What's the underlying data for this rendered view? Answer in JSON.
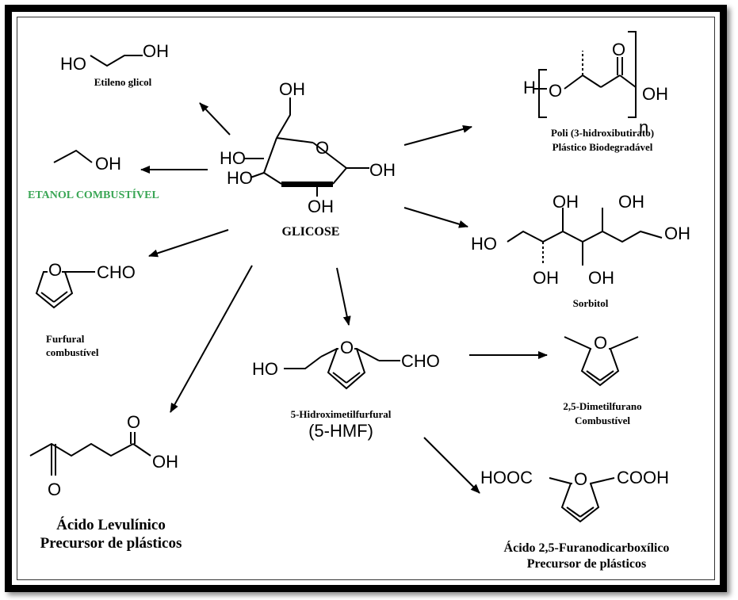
{
  "colors": {
    "accent_green": "#3aa655"
  },
  "center": {
    "label": "GLICOSE"
  },
  "products": {
    "etileno": {
      "caption": "Etileno glicol",
      "ho": "HO",
      "oh": "OH"
    },
    "etanol": {
      "caption": "ETANOL COMBUSTÍVEL",
      "oh": "OH"
    },
    "furfural": {
      "caption1": "Furfural",
      "caption2": "combustível",
      "o": "O",
      "cho": "CHO"
    },
    "levulinico": {
      "caption1": "Ácido Levulínico",
      "caption2": "Precursor de plásticos",
      "o_top": "O",
      "o_bottom": "O",
      "oh": "OH"
    },
    "hmf": {
      "caption1": "5-Hidroximetilfurfural",
      "caption2": "(5-HMF)",
      "ho": "HO",
      "o": "O",
      "cho": "CHO"
    },
    "phb": {
      "caption1": "Poli (3-hidroxibutirato)",
      "caption2": "Plástico Biodegradável",
      "h": "H",
      "o": "O",
      "o2": "O",
      "oh": "OH",
      "n": "n"
    },
    "sorbitol": {
      "caption": "Sorbitol",
      "ho": "HO",
      "oh": "OH"
    },
    "dmf": {
      "caption1": "2,5-Dimetilfurano",
      "caption2": "Combustível",
      "o": "O"
    },
    "fdca": {
      "caption1": "Ácido 2,5-Furanodicarboxílico",
      "caption2": "Precursor de plásticos",
      "hooc": "HOOC",
      "o": "O",
      "cooh": "COOH"
    }
  },
  "glucose": {
    "oh": "OH",
    "ho": "HO",
    "o": "O"
  }
}
